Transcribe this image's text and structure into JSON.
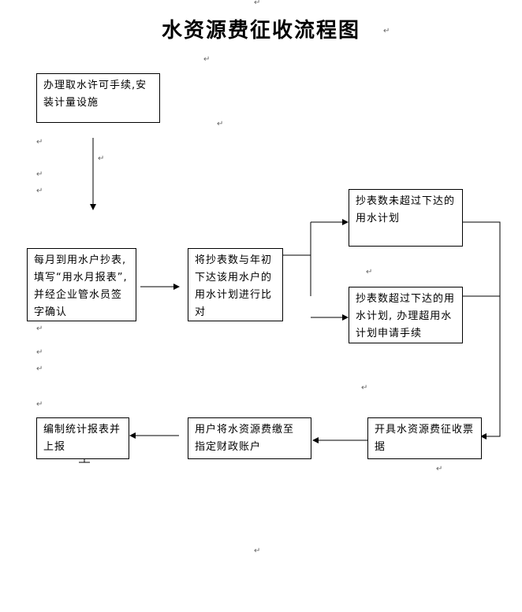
{
  "title": "水资源费征收流程图",
  "boxes": {
    "b1": "办理取水许可手续,安装计量设施",
    "b2": "每月到用水户抄表,填写“用水月报表”,并经企业管水员签字确认",
    "b3": "将抄表数与年初下达该用水户的用水计划进行比对",
    "b4": "抄表数未超过下达的用水计划",
    "b5": "抄表数超过下达的用水计划, 办理超用水计划申请手续",
    "b6": "开具水资源费征收票据",
    "b7": "用户将水资源费缴至指定财政账户",
    "b8": "编制统计报表并上报"
  },
  "paragraph_mark": "↵"
}
